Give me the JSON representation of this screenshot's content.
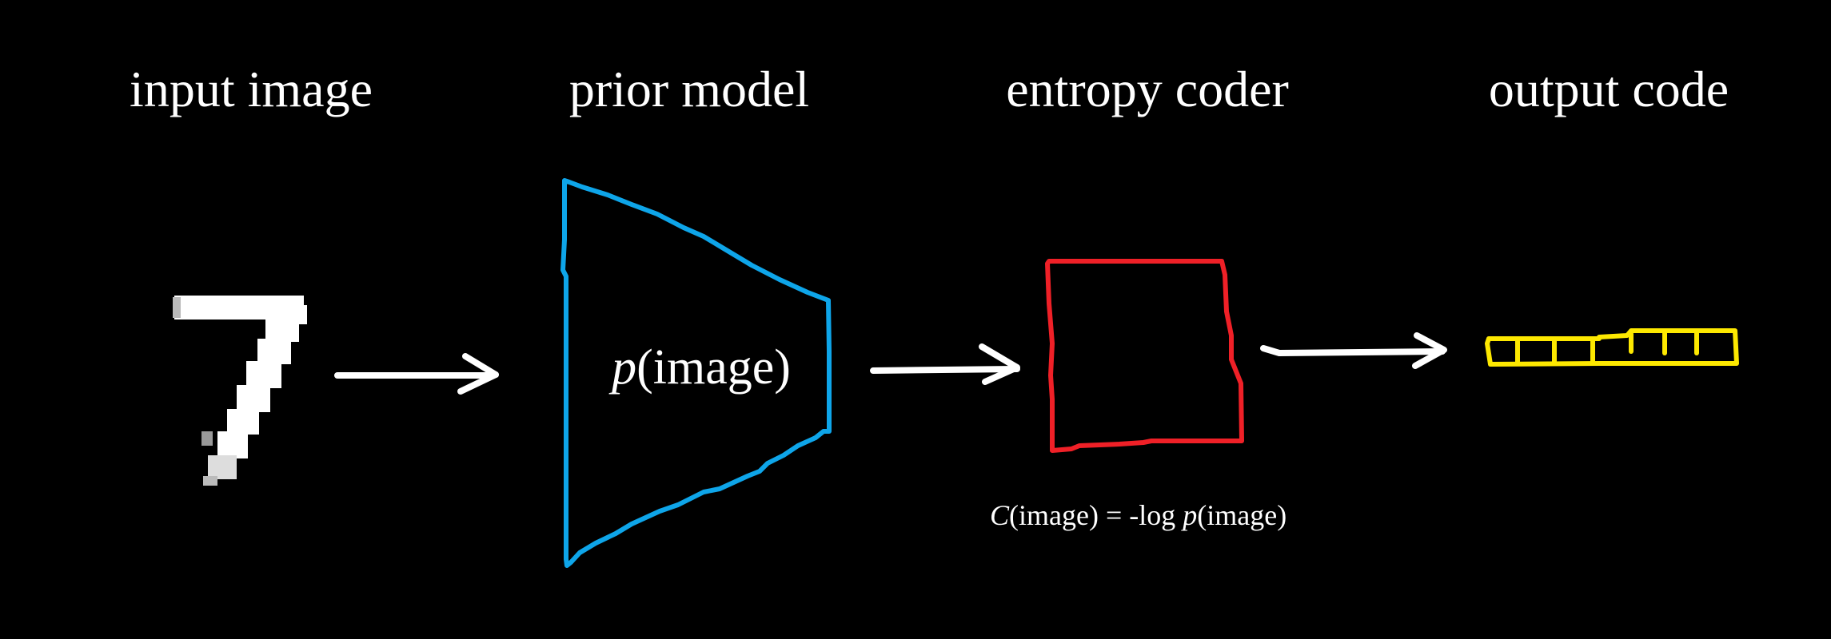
{
  "headings": {
    "input": "input image",
    "prior": "prior model",
    "coder": "entropy coder",
    "output": "output code"
  },
  "input_image": {
    "digit": "7"
  },
  "prior_model": {
    "label_var": "p",
    "label_arg": "(image)"
  },
  "entropy_coder": {
    "formula": {
      "c_var": "C",
      "c_arg": "(image) = -log ",
      "p_var": "p",
      "p_arg": "(image)"
    }
  },
  "colors": {
    "background": "#000000",
    "text": "#ffffff",
    "prior_model_outline": "#0ea5e9",
    "entropy_coder_outline": "#ef2027",
    "output_code_outline": "#fde800",
    "arrows": "#ffffff"
  },
  "icons": {
    "arrow": "right-arrow-icon",
    "digit": "handwritten-digit-seven"
  }
}
